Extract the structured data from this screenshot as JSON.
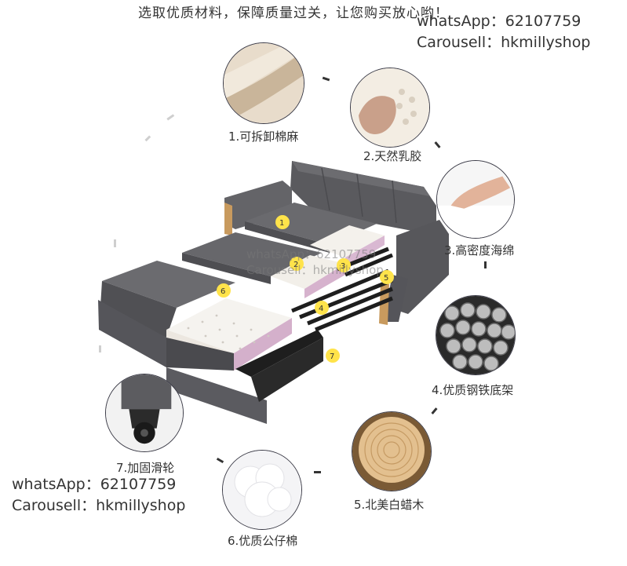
{
  "headline": "选取优质材料，保障质量过关，让您购买放心哟！",
  "contact": {
    "whatsapp": "whatsApp：62107759",
    "carousell": "Carousell：hkmillyshop"
  },
  "watermark": {
    "line1": "whatsApp：62107759",
    "line2": "Carousell：hkmillyshop"
  },
  "features": [
    {
      "label": "1.可拆卸棉麻",
      "icon": "linen-fabric-icon"
    },
    {
      "label": "2.天然乳胶",
      "icon": "latex-icon"
    },
    {
      "label": "3.高密度海绵",
      "icon": "sponge-icon"
    },
    {
      "label": "4.优质钢铁底架",
      "icon": "steel-frame-icon"
    },
    {
      "label": "5.北美白蜡木",
      "icon": "ash-wood-icon"
    },
    {
      "label": "6.优质公仔棉",
      "icon": "cotton-icon"
    },
    {
      "label": "7.加固滑轮",
      "icon": "caster-wheel-icon"
    }
  ],
  "markers": [
    "1",
    "2",
    "3",
    "4",
    "5",
    "6",
    "7"
  ],
  "colors": {
    "sofa_fabric": "#5e5e62",
    "latex": "#f4f1ec",
    "sponge_pink": "#d9b8d2",
    "frame": "#1e1e1e",
    "wood": "#c89a5e",
    "badge": "#ffe34a"
  }
}
